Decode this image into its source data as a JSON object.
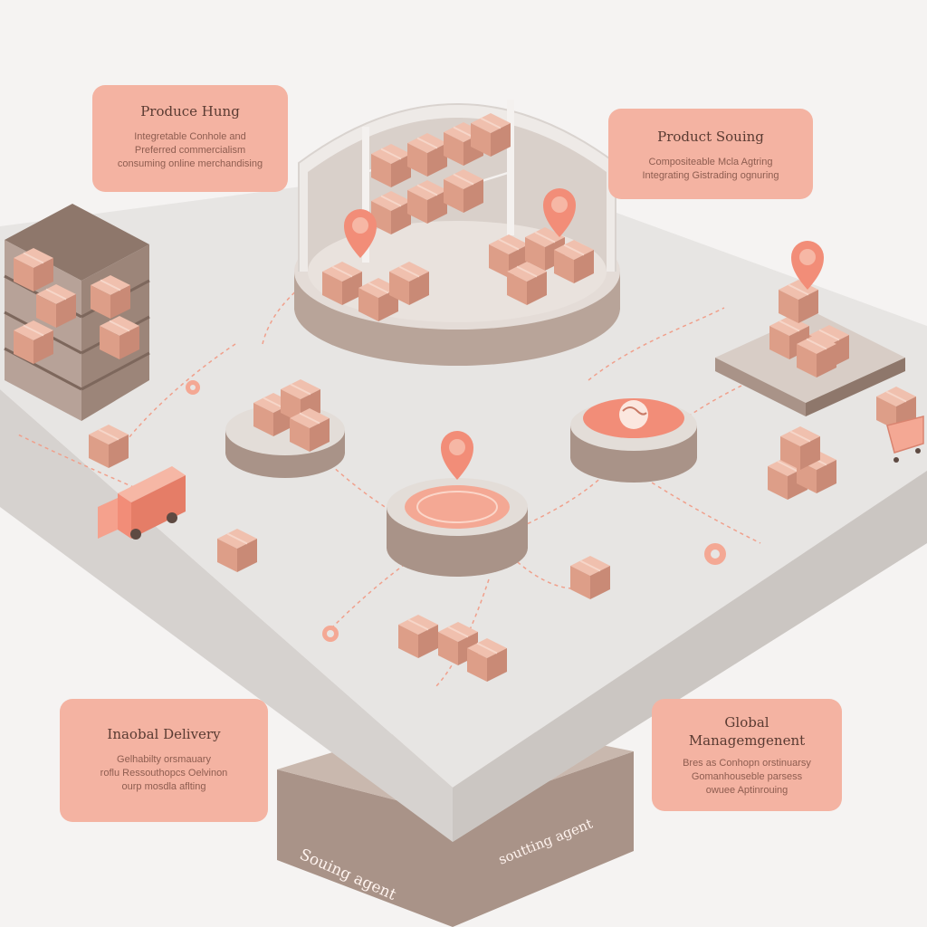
{
  "cards": {
    "top_left": {
      "title": "Produce Hung",
      "lines": [
        "Integretable Conhole and",
        "Preferred commercialism",
        "consuming online merchandising"
      ]
    },
    "top_right": {
      "title": "Product Souing",
      "lines": [
        "Compositeable Mcla Agtring",
        "Integrating Gistrading ognuring"
      ]
    },
    "bottom_left": {
      "title": "Inaobal Delivery",
      "lines": [
        "Gelhabilty orsmauary",
        "roflu Ressouthopcs Oelvinon",
        "ourp mosdla aflting"
      ]
    },
    "bottom_right": {
      "title": "Global Managemgenent",
      "lines": [
        "Bres as Conhopn orstinuarsy",
        "Gomanhouseble parsess",
        "owuee Aptinrouing"
      ]
    }
  },
  "base": {
    "label_left": "Souing agent",
    "label_right": "soutting agent"
  },
  "colors": {
    "background": "#f5f3f2",
    "platform_top": "#e6e4e2",
    "platform_side": "#d8d5d2",
    "accent": "#f28d78",
    "card": "#f4b3a2",
    "box": "#e2a792",
    "taupe": "#a99388"
  },
  "icons": [
    "warehouse-shelf-icon",
    "delivery-truck-icon",
    "location-pin-icon",
    "globe-icon",
    "gear-icon",
    "shopping-cart-icon",
    "cardboard-box-icon"
  ]
}
